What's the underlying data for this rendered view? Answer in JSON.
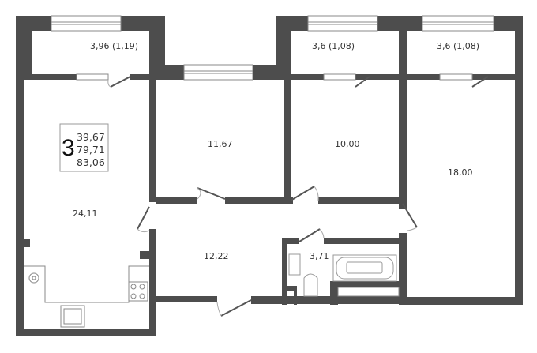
{
  "plan": {
    "wall_color": "#4d4d4d",
    "summary": {
      "rooms": "3",
      "living_area": "39,67",
      "total_area": "79,71",
      "total_with_balconies": "83,06"
    },
    "rooms": [
      {
        "id": "balcony-1",
        "label": "3,96 (1,19)"
      },
      {
        "id": "balcony-2",
        "label": "3,6 (1,08)"
      },
      {
        "id": "balcony-3",
        "label": "3,6 (1,08)"
      },
      {
        "id": "bedroom-1",
        "label": "11,67"
      },
      {
        "id": "bedroom-2",
        "label": "10,00"
      },
      {
        "id": "bedroom-3",
        "label": "18,00"
      },
      {
        "id": "kitchen-living",
        "label": "24,11"
      },
      {
        "id": "hall",
        "label": "12,22"
      },
      {
        "id": "bathroom",
        "label": "3,71"
      }
    ]
  }
}
